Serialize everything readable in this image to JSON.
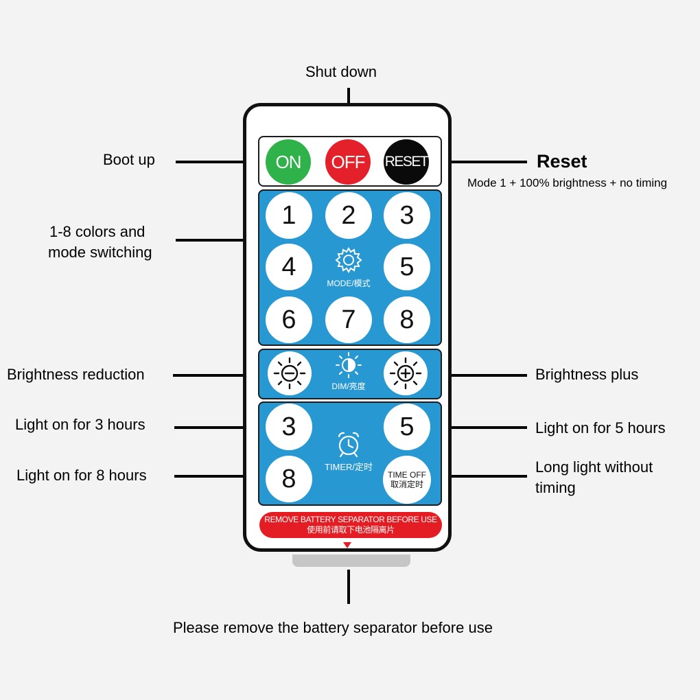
{
  "callouts": {
    "shut_down": "Shut down",
    "boot_up": "Boot up",
    "reset": "Reset",
    "reset_desc": "Mode 1 + 100% brightness + no timing",
    "colors_line1": "1-8 colors and",
    "colors_line2": "mode switching",
    "brightness_reduction": "Brightness reduction",
    "brightness_plus": "Brightness plus",
    "light_3h": "Light on for 3 hours",
    "light_5h": "Light on for 5 hours",
    "light_8h": "Light on for 8 hours",
    "long_light_line1": "Long light without",
    "long_light_line2": "timing",
    "battery_note": "Please remove the battery separator before use"
  },
  "remote": {
    "top_buttons": {
      "on": "ON",
      "off": "OFF",
      "reset": "RESET"
    },
    "number_buttons": [
      "1",
      "2",
      "3",
      "4",
      "5",
      "6",
      "7",
      "8"
    ],
    "mode_caption": "MODE/模式",
    "dim_caption": "DIM/亮度",
    "timer_buttons": {
      "t3": "3",
      "t5": "5",
      "t8": "8"
    },
    "timer_caption": "TIMER/定时",
    "time_off_line1": "TIME OFF",
    "time_off_line2": "取消定时",
    "warning_line1": "REMOVE BATTERY SEPARATOR BEFORE USE",
    "warning_line2": "使用前请取下电池隔离片"
  },
  "colors": {
    "panel_blue": "#2898d3",
    "on_green": "#2fb24a",
    "off_red": "#e4202a",
    "reset_black": "#0a0a0a",
    "warning_red": "#e31d23"
  },
  "icons": [
    "gear-icon",
    "sun-minus-icon",
    "half-sun-icon",
    "sun-plus-icon",
    "alarm-clock-icon",
    "down-arrow-icon"
  ]
}
